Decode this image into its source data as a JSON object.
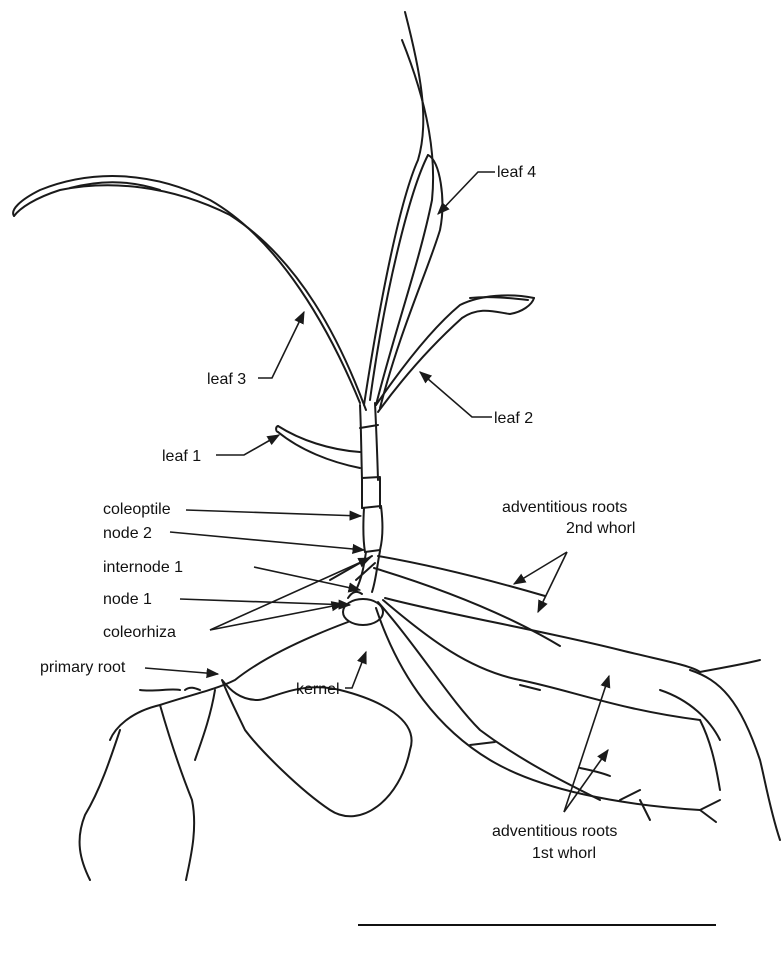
{
  "labels": {
    "leaf4": "leaf 4",
    "leaf3": "leaf 3",
    "leaf2": "leaf 2",
    "leaf1": "leaf 1",
    "coleoptile": "coleoptile",
    "node2": "node 2",
    "internode1": "internode 1",
    "node1": "node 1",
    "coleorhiza": "coleorhiza",
    "primary_root": "primary root",
    "kernel": "kernel",
    "adv_roots_2nd_line1": "adventitious roots",
    "adv_roots_2nd_line2": "2nd whorl",
    "adv_roots_1st_line1": "adventitious roots",
    "adv_roots_1st_line2": "1st whorl"
  }
}
